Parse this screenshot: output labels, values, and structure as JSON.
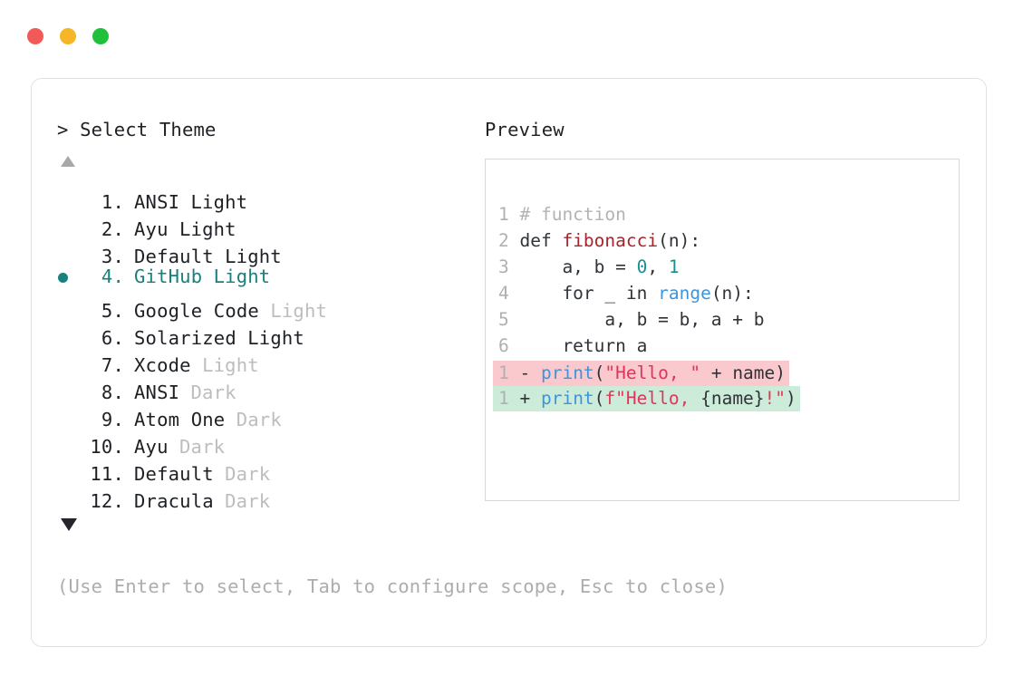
{
  "window": {
    "traffic_lights": [
      {
        "name": "close-dot",
        "color": "#f25a58"
      },
      {
        "name": "minimize-dot",
        "color": "#f5b726"
      },
      {
        "name": "maximize-dot",
        "color": "#21c03a"
      }
    ]
  },
  "left": {
    "prompt": "> Select Theme",
    "scroll_up_icon": "triangle-up-icon",
    "scroll_down_icon": "triangle-down-icon",
    "selected_index": 4,
    "accent_color": "#18807d",
    "items": [
      {
        "index": "1.",
        "name": "ANSI",
        "variant": "Light",
        "variant_dim": false,
        "selected": false
      },
      {
        "index": "2.",
        "name": "Ayu",
        "variant": "Light",
        "variant_dim": false,
        "selected": false
      },
      {
        "index": "3.",
        "name": "Default",
        "variant": "Light",
        "variant_dim": false,
        "selected": false
      },
      {
        "index": "4.",
        "name": "GitHub",
        "variant": "Light",
        "variant_dim": false,
        "selected": true
      },
      {
        "index": "5.",
        "name": "Google Code",
        "variant": "Light",
        "variant_dim": true,
        "selected": false
      },
      {
        "index": "6.",
        "name": "Solarized",
        "variant": "Light",
        "variant_dim": false,
        "selected": false
      },
      {
        "index": "7.",
        "name": "Xcode",
        "variant": "Light",
        "variant_dim": true,
        "selected": false
      },
      {
        "index": "8.",
        "name": "ANSI",
        "variant": "Dark",
        "variant_dim": true,
        "selected": false
      },
      {
        "index": "9.",
        "name": "Atom One",
        "variant": "Dark",
        "variant_dim": true,
        "selected": false
      },
      {
        "index": "10.",
        "name": "Ayu",
        "variant": "Dark",
        "variant_dim": true,
        "selected": false
      },
      {
        "index": "11.",
        "name": "Default",
        "variant": "Dark",
        "variant_dim": true,
        "selected": false
      },
      {
        "index": "12.",
        "name": "Dracula",
        "variant": "Dark",
        "variant_dim": true,
        "selected": false
      }
    ],
    "hint": "(Use Enter to select, Tab to configure scope, Esc to close)"
  },
  "right": {
    "heading": "Preview",
    "code_lines": [
      {
        "ln": "1",
        "tokens": [
          {
            "t": "# function",
            "c": "comment"
          }
        ]
      },
      {
        "ln": "2",
        "tokens": [
          {
            "t": "def ",
            "c": "kw"
          },
          {
            "t": "fibonacci",
            "c": "fn"
          },
          {
            "t": "(n):",
            "c": "plain"
          }
        ]
      },
      {
        "ln": "3",
        "tokens": [
          {
            "t": "    a, b = ",
            "c": "plain"
          },
          {
            "t": "0",
            "c": "num"
          },
          {
            "t": ", ",
            "c": "plain"
          },
          {
            "t": "1",
            "c": "num"
          }
        ]
      },
      {
        "ln": "4",
        "tokens": [
          {
            "t": "    for _ in ",
            "c": "plain"
          },
          {
            "t": "range",
            "c": "builtin"
          },
          {
            "t": "(n):",
            "c": "plain"
          }
        ]
      },
      {
        "ln": "5",
        "tokens": [
          {
            "t": "        a, b = b, a + b",
            "c": "plain"
          }
        ]
      },
      {
        "ln": "6",
        "tokens": [
          {
            "t": "    return a",
            "c": "plain"
          }
        ]
      }
    ],
    "diff_lines": [
      {
        "ln": "1",
        "sign": "-",
        "kind": "del",
        "tokens": [
          {
            "t": "print",
            "c": "builtin"
          },
          {
            "t": "(",
            "c": "plain"
          },
          {
            "t": "\"Hello, \"",
            "c": "str"
          },
          {
            "t": " + name)",
            "c": "plain"
          }
        ]
      },
      {
        "ln": "1",
        "sign": "+",
        "kind": "add",
        "tokens": [
          {
            "t": "print",
            "c": "builtin"
          },
          {
            "t": "(",
            "c": "plain"
          },
          {
            "t": "f\"Hello, ",
            "c": "str"
          },
          {
            "t": "{name}",
            "c": "plain"
          },
          {
            "t": "!\"",
            "c": "str"
          },
          {
            "t": ")",
            "c": "plain"
          }
        ]
      }
    ],
    "diff_colors": {
      "deleted_bg": "#f9c9cd",
      "added_bg": "#cdebd9"
    },
    "syntax_colors": {
      "line_number": "#b0b0b0",
      "comment": "#b3b3b3",
      "keyword": "#2f3337",
      "function": "#a4262c",
      "number": "#178f96",
      "builtin": "#3f94d9",
      "string": "#e0345a",
      "plain": "#2f3337"
    }
  }
}
